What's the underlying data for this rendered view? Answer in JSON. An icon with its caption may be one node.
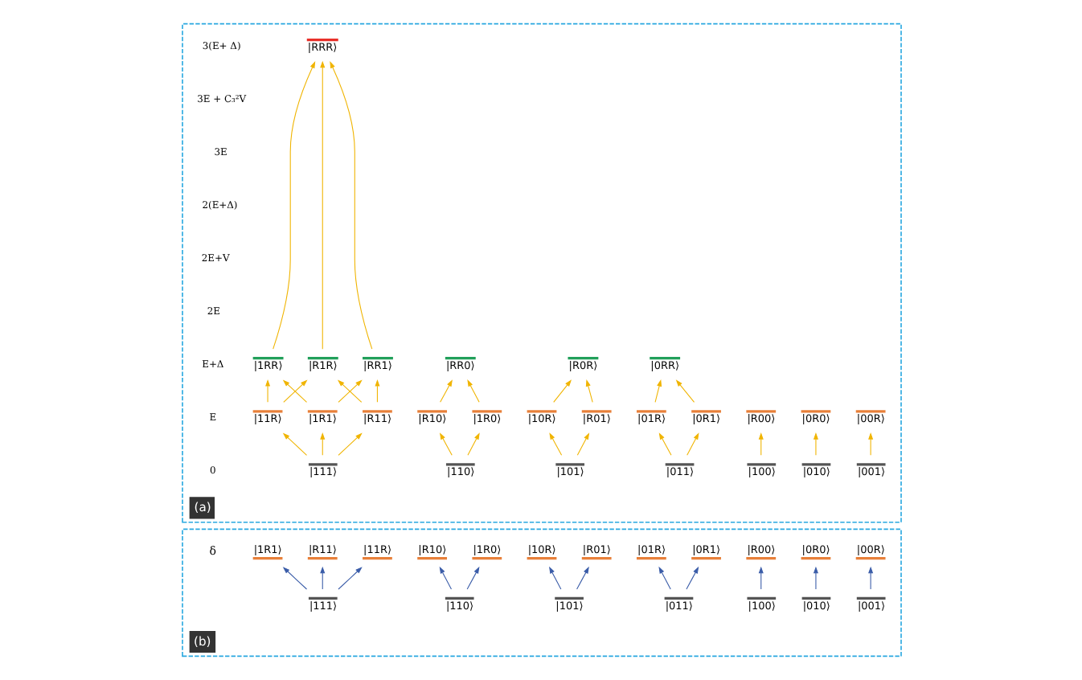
{
  "diagram": {
    "nodes": [
      {
        "text": [
          "(a)"
        ]
      },
      {
        "text": [
          "|RRR⟩"
        ],
        "in": 0
      },
      {
        "text": [
          "|0RR⟩"
        ],
        "in": 0
      },
      {
        "text": [
          "|R0R⟩"
        ],
        "in": 0
      },
      {
        "text": [
          "|RR0⟩"
        ],
        "in": 0
      },
      {
        "text": [
          "|1RR⟩"
        ],
        "in": 0
      },
      {
        "text": [
          "|R1R⟩"
        ],
        "in": 0
      },
      {
        "text": [
          "|RR1⟩"
        ],
        "in": 0
      },
      {
        "text": [
          "|00R⟩"
        ],
        "in": 0
      },
      {
        "text": [
          "|0R0⟩"
        ],
        "in": 0
      },
      {
        "text": [
          "|R00⟩"
        ],
        "in": 0
      },
      {
        "text": [
          "|01R⟩"
        ],
        "in": 0
      },
      {
        "text": [
          "|0R1⟩"
        ],
        "in": 0
      },
      {
        "text": [
          "|10R⟩"
        ],
        "in": 0
      },
      {
        "text": [
          "|R01⟩"
        ],
        "in": 0
      },
      {
        "text": [
          "|R10⟩"
        ],
        "in": 0
      },
      {
        "text": [
          "|1R0⟩"
        ],
        "in": 0
      },
      {
        "text": [
          "|11R⟩"
        ],
        "in": 0
      },
      {
        "text": [
          "|1R1⟩"
        ],
        "in": 0
      },
      {
        "text": [
          "|R11⟩"
        ],
        "in": 0
      },
      {
        "text": [
          "|001⟩"
        ],
        "in": 0
      },
      {
        "text": [
          "|010⟩"
        ],
        "in": 0
      },
      {
        "text": [
          "|100⟩"
        ],
        "in": 0
      },
      {
        "text": [
          "|011⟩"
        ],
        "in": 0
      },
      {
        "text": [
          "|101⟩"
        ],
        "in": 0
      },
      {
        "text": [
          "|110⟩"
        ],
        "in": 0
      },
      {
        "text": [
          "|111⟩"
        ],
        "in": 0
      },
      {
        "text": [
          "(b)"
        ]
      },
      {
        "text": [
          "|00R⟩"
        ],
        "in": 27
      },
      {
        "text": [
          "|0R0⟩"
        ],
        "in": 27
      },
      {
        "text": [
          "|R00⟩"
        ],
        "in": 27
      },
      {
        "text": [
          "|01R⟩"
        ],
        "in": 27
      },
      {
        "text": [
          "|0R1⟩"
        ],
        "in": 27
      },
      {
        "text": [
          "|10R⟩"
        ],
        "in": 27
      },
      {
        "text": [
          "|R01⟩"
        ],
        "in": 27
      },
      {
        "text": [
          "|R10⟩"
        ],
        "in": 27
      },
      {
        "text": [
          "|1R0⟩"
        ],
        "in": 27
      },
      {
        "text": [
          "|11R⟩"
        ],
        "in": 27
      },
      {
        "text": [
          "|1R1⟩"
        ],
        "in": 27
      },
      {
        "text": [
          "|R11⟩"
        ],
        "in": 27
      },
      {
        "text": [
          "|001⟩"
        ],
        "in": 27
      },
      {
        "text": [
          "|010⟩"
        ],
        "in": 27
      },
      {
        "text": [
          "|100⟩"
        ],
        "in": 27
      },
      {
        "text": [
          "|011⟩"
        ],
        "in": 27
      },
      {
        "text": [
          "|101⟩"
        ],
        "in": 27
      },
      {
        "text": [
          "|110⟩"
        ],
        "in": 27
      },
      {
        "text": [
          "|111⟩"
        ],
        "in": 27
      }
    ],
    "edges": [
      {
        "from": 20,
        "to": 8,
        "arrow": "to"
      },
      {
        "from": 21,
        "to": 9,
        "arrow": "to"
      },
      {
        "from": 22,
        "to": 10,
        "arrow": "to"
      },
      {
        "from": 23,
        "to": 11,
        "arrow": "to"
      },
      {
        "from": 23,
        "to": 12,
        "arrow": "to"
      },
      {
        "from": 11,
        "to": 2,
        "arrow": "to"
      },
      {
        "from": 12,
        "to": 2,
        "arrow": "to"
      },
      {
        "from": 24,
        "to": 13,
        "arrow": "to"
      },
      {
        "from": 24,
        "to": 14,
        "arrow": "to"
      },
      {
        "from": 13,
        "to": 3,
        "arrow": "to"
      },
      {
        "from": 14,
        "to": 3,
        "arrow": "to"
      },
      {
        "from": 25,
        "to": 15,
        "arrow": "to"
      },
      {
        "from": 25,
        "to": 16,
        "arrow": "to"
      },
      {
        "from": 15,
        "to": 4,
        "arrow": "to"
      },
      {
        "from": 16,
        "to": 4,
        "arrow": "to"
      },
      {
        "from": 26,
        "to": 17,
        "arrow": "to"
      },
      {
        "from": 26,
        "to": 18,
        "arrow": "to"
      },
      {
        "from": 26,
        "to": 19,
        "arrow": "to"
      },
      {
        "from": 17,
        "to": 5,
        "arrow": "to"
      },
      {
        "from": 17,
        "to": 6,
        "arrow": "to"
      },
      {
        "from": 18,
        "to": 5,
        "arrow": "to"
      },
      {
        "from": 18,
        "to": 7,
        "arrow": "to"
      },
      {
        "from": 19,
        "to": 6,
        "arrow": "to"
      },
      {
        "from": 19,
        "to": 7,
        "arrow": "to"
      },
      {
        "from": 5,
        "to": 1,
        "arrow": "to"
      },
      {
        "from": 6,
        "to": 1,
        "arrow": "to"
      },
      {
        "from": 7,
        "to": 1,
        "arrow": "to"
      },
      {
        "from": 40,
        "to": 28,
        "arrow": "to",
        "color": "#3a5ca8"
      },
      {
        "from": 41,
        "to": 29,
        "arrow": "to",
        "color": "#3a5ca8"
      },
      {
        "from": 42,
        "to": 30,
        "arrow": "to",
        "color": "#3a5ca8"
      },
      {
        "from": 43,
        "to": 31,
        "arrow": "to",
        "color": "#3a5ca8"
      },
      {
        "from": 43,
        "to": 32,
        "arrow": "to",
        "color": "#3a5ca8"
      },
      {
        "from": 44,
        "to": 33,
        "arrow": "to",
        "color": "#3a5ca8"
      },
      {
        "from": 44,
        "to": 34,
        "arrow": "to",
        "color": "#3a5ca8"
      },
      {
        "from": 45,
        "to": 35,
        "arrow": "to",
        "color": "#3a5ca8"
      },
      {
        "from": 45,
        "to": 36,
        "arrow": "to",
        "color": "#3a5ca8"
      },
      {
        "from": 46,
        "to": 37,
        "arrow": "to",
        "color": "#3a5ca8"
      },
      {
        "from": 46,
        "to": 38,
        "arrow": "to",
        "color": "#3a5ca8"
      },
      {
        "from": 46,
        "to": 39,
        "arrow": "to",
        "color": "#3a5ca8"
      }
    ],
    "labels": [
      "3(E+ Δ)",
      "3E + C₃²V",
      "3E",
      "2(E+Δ)",
      "2E+V",
      "2E",
      "E+Δ",
      "E",
      "0",
      "δ"
    ]
  }
}
